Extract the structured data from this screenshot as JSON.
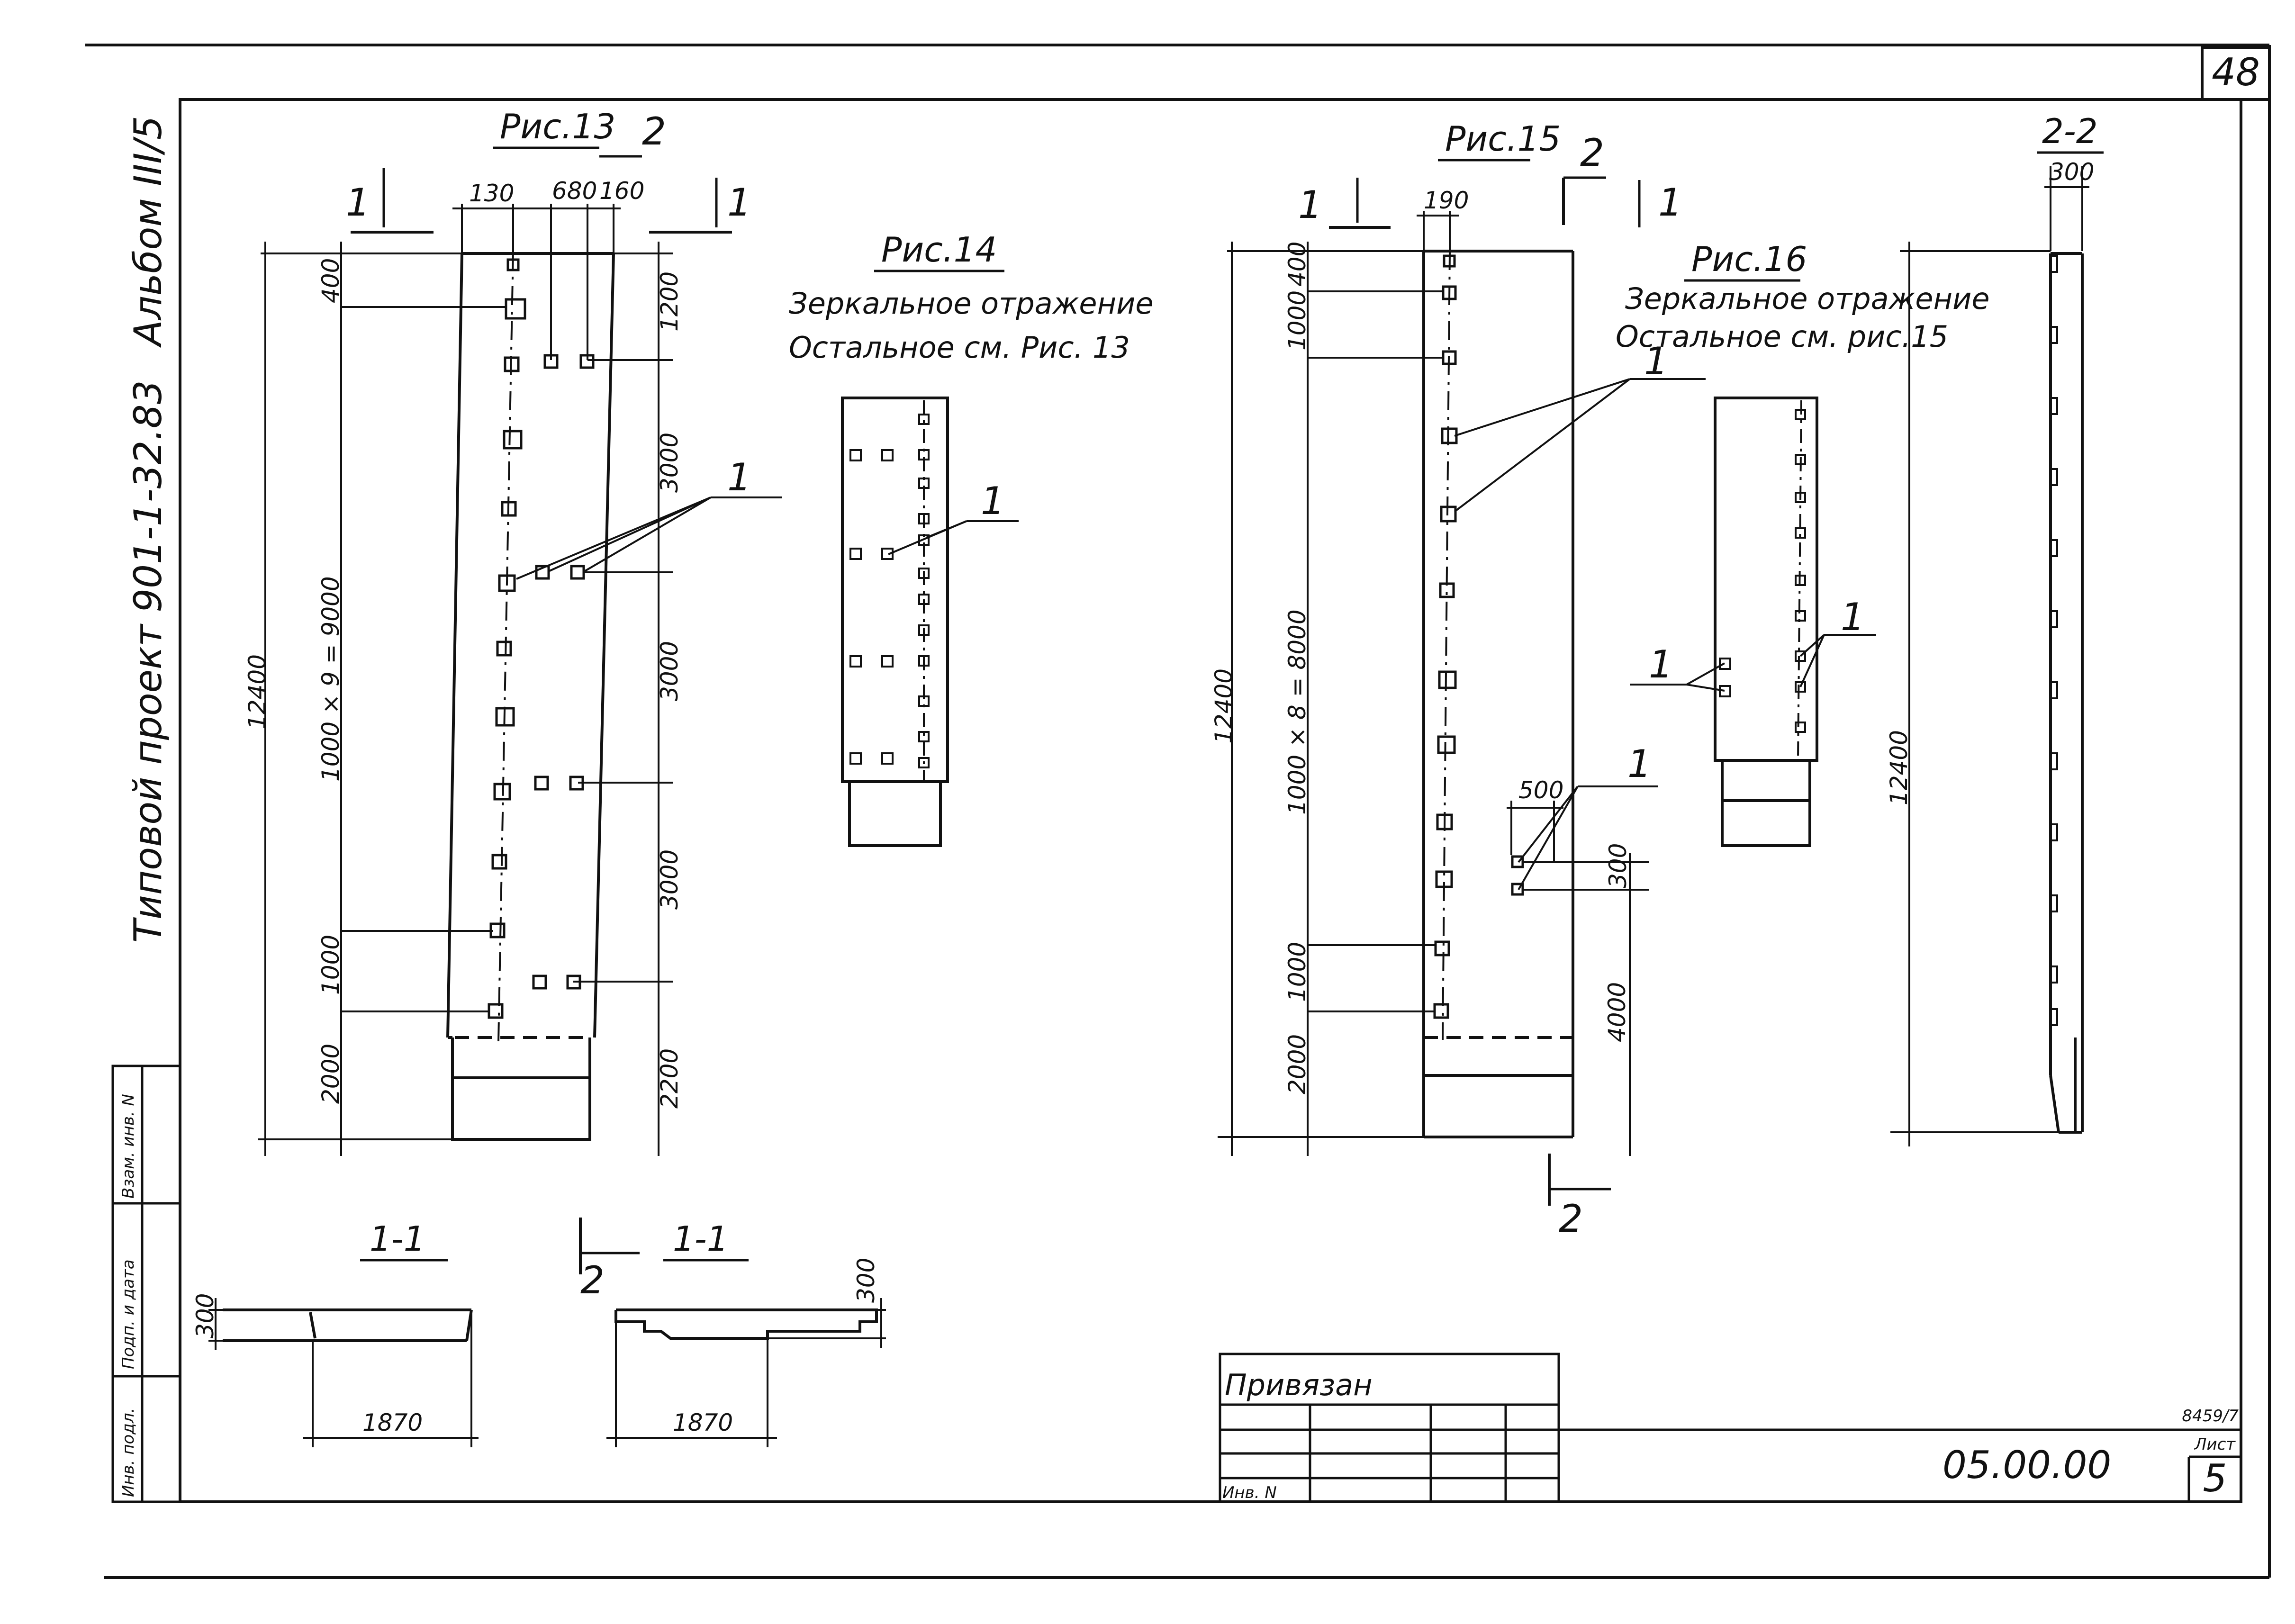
{
  "sheet": {
    "page_number": "48",
    "side_title": "Типовой проект 901-1-32.83",
    "album": "Альбом III/5",
    "side_stamp": [
      "Инв. подл.",
      "Подп. и дата",
      "Взам. инв. N"
    ],
    "code": "05.00.00",
    "sheet_label": "Лист",
    "sheet_number": "5",
    "copy_number": "8459/7",
    "binding_label": "Привязан",
    "inv_label": "Инв. N"
  },
  "fig13": {
    "title": "Рис.13",
    "dims_top": [
      "130",
      "680",
      "160"
    ],
    "dim_total": "12400",
    "dim_chain": "1000 × 9 = 9000",
    "dims_left": [
      "400",
      "1000",
      "2000"
    ],
    "dims_right": [
      "1200",
      "3000",
      "3000",
      "3000",
      "2200"
    ],
    "callout": "1",
    "section_marks": [
      "1",
      "1",
      "2"
    ]
  },
  "fig14": {
    "title": "Рис.14",
    "note1": "Зеркальное отражение",
    "note2": "Остальное см. Рис. 13",
    "callout": "1"
  },
  "fig15": {
    "title": "Рис.15",
    "dims_top": [
      "190"
    ],
    "dim_total": "12400",
    "dim_chain": "1000 × 8 = 8000",
    "dims_left": [
      "400",
      "1000",
      "1000",
      "2000"
    ],
    "dims_right": [
      "500",
      "300",
      "4000"
    ],
    "callout": "1",
    "section_marks": [
      "1",
      "1",
      "2",
      "2"
    ]
  },
  "fig16": {
    "title": "Рис.16",
    "note1": "Зеркальное отражение",
    "note2": "Остальное см. рис.15",
    "callout": "1"
  },
  "section22": {
    "title": "2-2",
    "dim_top": "300",
    "dim_total": "12400"
  },
  "section11a": {
    "title": "1-1",
    "dim_height": "300",
    "dim_width": "1870"
  },
  "section11b": {
    "title": "1-1",
    "dim_height": "300",
    "dim_width": "1870",
    "mark": "2"
  }
}
